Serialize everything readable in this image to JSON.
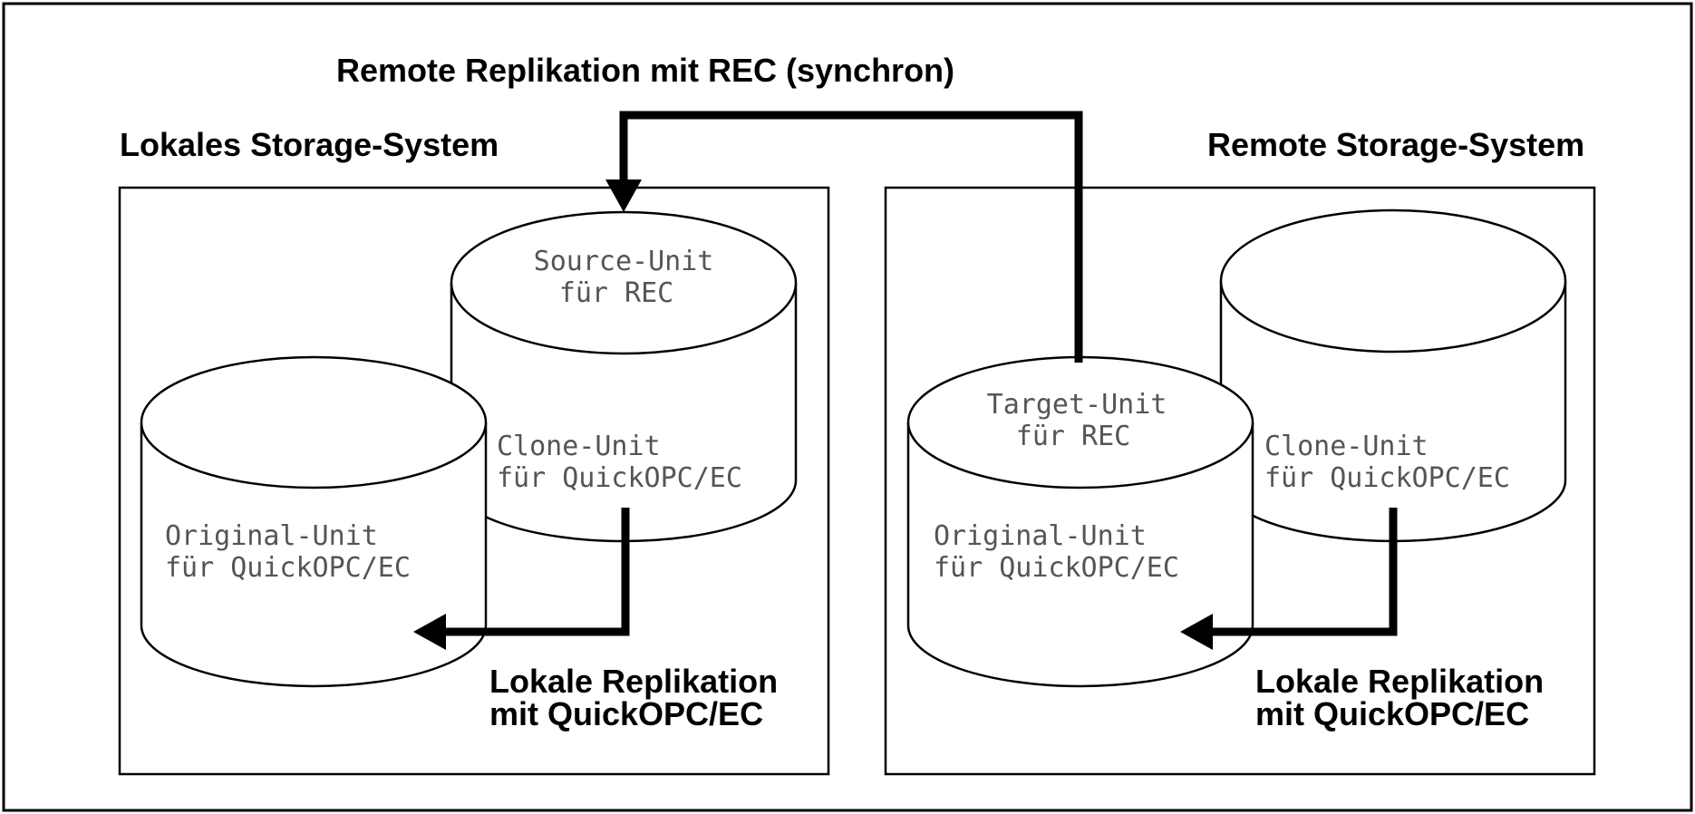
{
  "top_label": "Remote Replikation mit REC (synchron)",
  "left_system": {
    "title": "Lokales Storage-System",
    "source_unit": [
      "Source-Unit",
      "für REC"
    ],
    "clone_unit": [
      "Clone-Unit",
      "für QuickOPC/EC"
    ],
    "original_unit": [
      "Original-Unit",
      "für QuickOPC/EC"
    ],
    "local_replication": [
      "Lokale Replikation",
      "mit QuickOPC/EC"
    ]
  },
  "right_system": {
    "title": "Remote Storage-System",
    "target_unit": [
      "Target-Unit",
      "für REC"
    ],
    "clone_unit": [
      "Clone-Unit",
      "für QuickOPC/EC"
    ],
    "original_unit": [
      "Original-Unit",
      "für QuickOPC/EC"
    ],
    "local_replication": [
      "Lokale Replikation",
      "mit QuickOPC/EC"
    ]
  }
}
